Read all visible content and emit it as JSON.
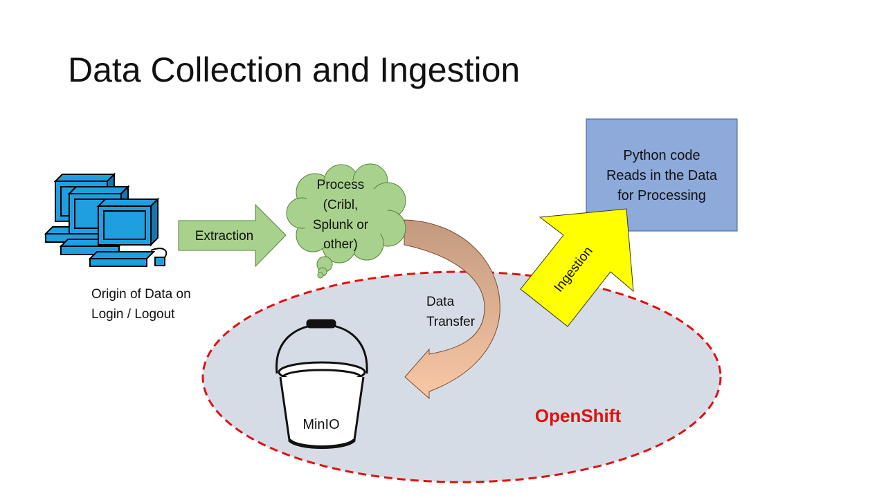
{
  "slide": {
    "title": "Data Collection and Ingestion"
  },
  "diagram": {
    "origin_label_line1": "Origin of Data on",
    "origin_label_line2": "Login / Logout",
    "extraction_label": "Extraction",
    "process_line1": "Process",
    "process_line2": "(Cribl,",
    "process_line3": "Splunk or",
    "process_line4": "other)",
    "data_transfer_line1": "Data",
    "data_transfer_line2": "Transfer",
    "minio_label": "MinIO",
    "openshift_label": "OpenShift",
    "ingestion_label": "Ingestion",
    "python_line1": "Python code",
    "python_line2": "Reads in the Data",
    "python_line3": "for Processing"
  },
  "colors": {
    "openshift_fill": "#d6dce5",
    "openshift_border": "#e01010",
    "openshift_text": "#e01010",
    "python_box": "#8eaadb",
    "ingestion_arrow": "#ffff00",
    "extraction_arrow": "#a9d18e",
    "cloud": "#a9d18e",
    "transfer_arrow_top": "#c49a7e",
    "transfer_arrow_bottom": "#f7c4a2",
    "computer": "#1f9fe0"
  }
}
